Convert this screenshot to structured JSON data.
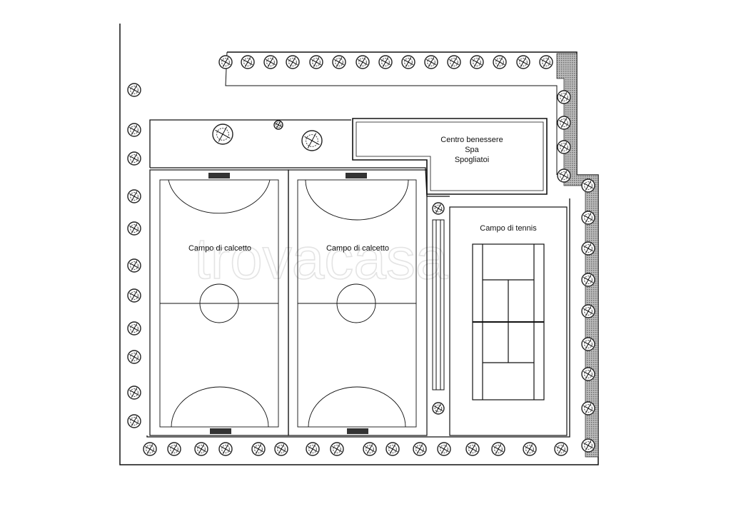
{
  "labels": {
    "spa_line1": "Centro benessere",
    "spa_line2": "Spa",
    "spa_line3": "Spogliatoi",
    "court1": "Campo di calcetto",
    "court2": "Campo di calcetto",
    "tennis": "Campo di tennis"
  },
  "watermark": "trovacasa",
  "colors": {
    "ink": "#111111",
    "hatch": "#888888",
    "paper": "#ffffff"
  }
}
